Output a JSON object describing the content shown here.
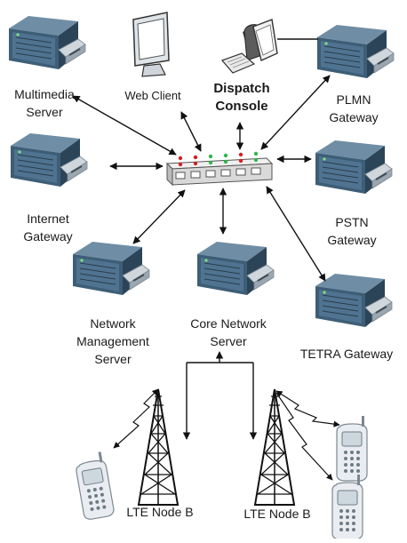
{
  "nodes": {
    "multimedia_server": {
      "line1": "Multimedia",
      "line2": "Server"
    },
    "web_client": {
      "label": "Web Client"
    },
    "dispatch_console": {
      "line1": "Dispatch",
      "line2": "Console"
    },
    "plmn_gateway": {
      "line1": "PLMN",
      "line2": "Gateway"
    },
    "internet_gateway": {
      "line1": "Internet",
      "line2": "Gateway"
    },
    "pstn_gateway": {
      "line1": "PSTN",
      "line2": "Gateway"
    },
    "network_management_server": {
      "line1": "Network",
      "line2": "Management",
      "line3": "Server"
    },
    "core_network_server": {
      "line1": "Core Network",
      "line2": "Server"
    },
    "tetra_gateway": {
      "label": "TETRA Gateway"
    },
    "lte_node_b_1": {
      "label": "LTE Node B"
    },
    "lte_node_b_2": {
      "label": "LTE Node B"
    }
  },
  "colors": {
    "server_body": "#3d5e76",
    "server_dark": "#2b4457",
    "server_front": "#cfd6dc",
    "line": "#111111",
    "switch_body": "#d9d9d9",
    "led_red": "#d62020",
    "led_green": "#2fb84a"
  }
}
